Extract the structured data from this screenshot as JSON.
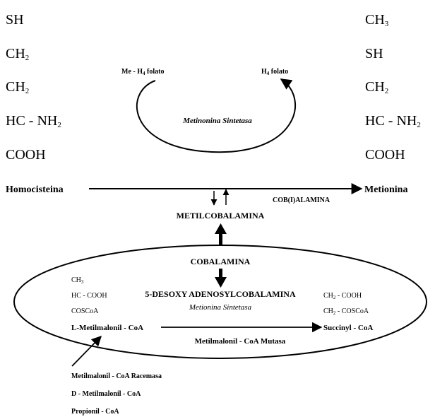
{
  "homocysteine_structure": {
    "rows": [
      {
        "main": "SH",
        "sub": ""
      },
      {
        "main": "CH",
        "sub": "2"
      },
      {
        "main": "CH",
        "sub": "2"
      },
      {
        "main": "HC - NH",
        "sub": "2"
      },
      {
        "main": "COOH",
        "sub": ""
      }
    ],
    "name": "Homocisteina"
  },
  "methionine_structure": {
    "rows": [
      {
        "main": "CH",
        "sub": "3"
      },
      {
        "main": "SH",
        "sub": ""
      },
      {
        "main": "CH",
        "sub": "2"
      },
      {
        "main": "HC - NH",
        "sub": "2"
      },
      {
        "main": "COOH",
        "sub": ""
      }
    ],
    "name": "Metionina"
  },
  "folate_cycle": {
    "left": {
      "pre": "Me - H",
      "sub": "4",
      "post": " folato"
    },
    "right": {
      "pre": "H",
      "sub": "4",
      "post": " folato"
    },
    "enzyme": "Metinonina Sintetasa"
  },
  "cob_i_alamina": "COB(I)ALAMINA",
  "metilcobalamina": "METILCOBALAMINA",
  "cobalamina": "COBALAMINA",
  "mitochondrial": {
    "left_structure": [
      {
        "main": "CH",
        "sub": "3"
      },
      {
        "main": "HC - COOH",
        "sub": ""
      },
      {
        "main": "COSCoA",
        "sub": ""
      }
    ],
    "right_structure": [
      {
        "pre": "CH",
        "sub": "2",
        "post": " - COOH"
      },
      {
        "pre": "CH",
        "sub": "2",
        "post": " - COSCoA"
      }
    ],
    "adenosyl": "5-DESOXY ADENOSYLCOBALAMINA",
    "enzyme_italic": "Metionina Sintetasa",
    "substrate": "L-Metilmalonil - CoA",
    "product": "Succinyl - CoA",
    "mutase": "Metilmalonil - CoA Mutasa"
  },
  "precursors": [
    "Metilmalonil - CoA Racemasa",
    "D - Metilmalonil - CoA",
    "Propionil - CoA"
  ]
}
